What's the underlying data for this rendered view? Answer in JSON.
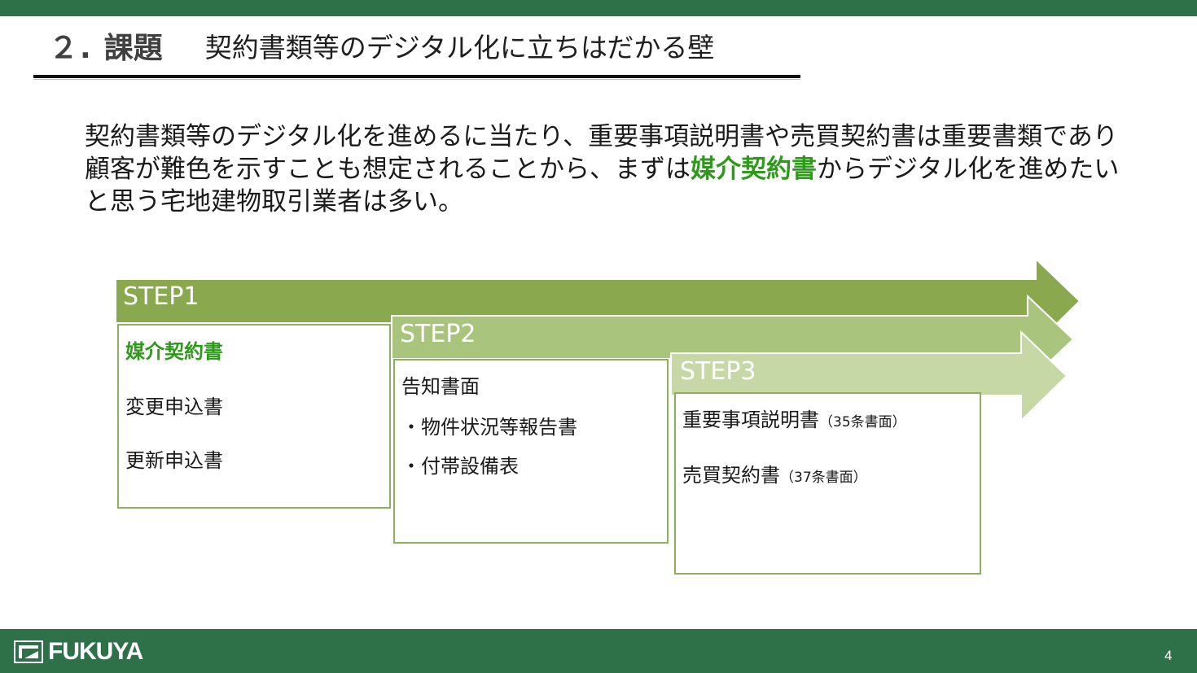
{
  "header": {
    "number": "２.",
    "title": "課題",
    "subtitle": "契約書類等のデジタル化に立ちはだかる壁"
  },
  "intro": {
    "part1": "契約書類等のデジタル化を進めるに当たり、重要事項説明書や売買契約書は重要書類であり顧客が難色を示すことも想定されることから、まずは",
    "highlight": "媒介契約書",
    "part2": "からデジタル化を進めたいと思う宅地建物取引業者は多い。"
  },
  "steps": [
    {
      "label": "STEP1",
      "items": [
        "媒介契約書",
        "変更申込書",
        "更新申込書"
      ]
    },
    {
      "label": "STEP2",
      "items": [
        "告知書面",
        "・物件状況等報告書",
        "・付帯設備表"
      ]
    },
    {
      "label": "STEP3",
      "items": [
        {
          "main": "重要事項説明書",
          "note": "（35条書面）"
        },
        {
          "main": "売買契約書",
          "note": "（37条書面）"
        }
      ]
    }
  ],
  "footer": {
    "logo": "FUKUYA",
    "page": "4"
  },
  "colors": {
    "brand_green": "#2e7048",
    "step1": "#8aa84e",
    "step2": "#a9c47c",
    "step3": "#c5d8a6",
    "highlight": "#2e9a1a"
  }
}
